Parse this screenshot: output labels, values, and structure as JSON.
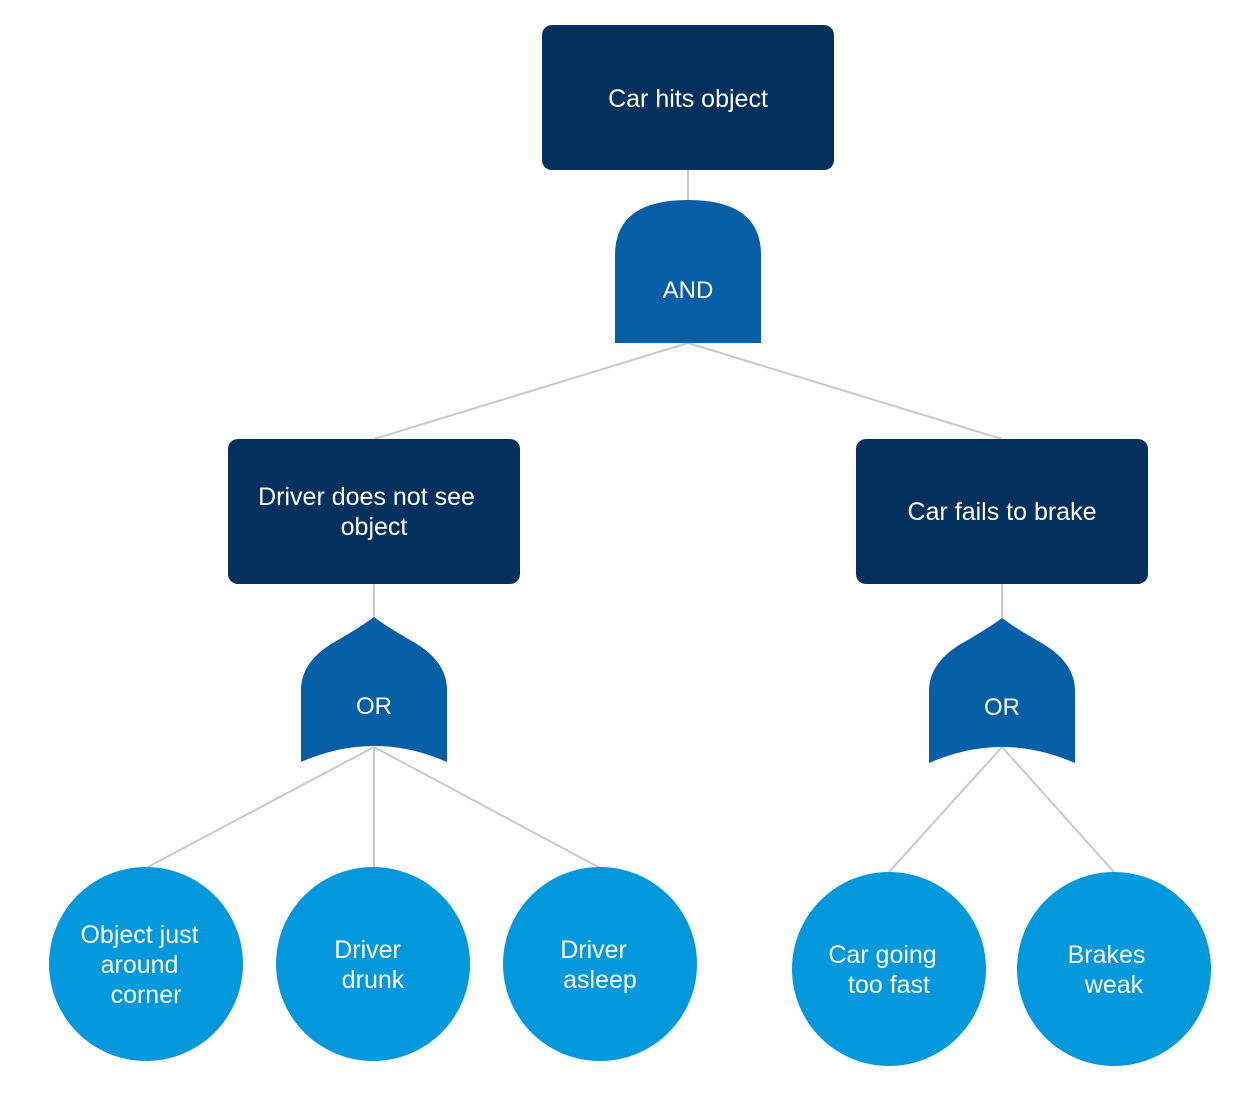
{
  "diagram": {
    "top_event": {
      "label": "Car hits object"
    },
    "gates": {
      "top_and": {
        "label": "AND"
      },
      "left_or": {
        "label": "OR"
      },
      "right_or": {
        "label": "OR"
      }
    },
    "intermediate_events": {
      "left": {
        "line1": "Driver does not see",
        "line2": "object"
      },
      "right": {
        "label": "Car fails to brake"
      }
    },
    "basic_events": {
      "object_around_corner": {
        "line1": "Object just",
        "line2": "around",
        "line3": "corner"
      },
      "driver_drunk": {
        "line1": "Driver",
        "line2": "drunk"
      },
      "driver_asleep": {
        "line1": "Driver",
        "line2": "asleep"
      },
      "car_going_fast": {
        "line1": "Car going",
        "line2": "too fast"
      },
      "brakes_weak": {
        "line1": "Brakes",
        "line2": "weak"
      }
    },
    "colors": {
      "event_box": "#03305c",
      "gate": "#065ea7",
      "basic_event": "#0397db",
      "connector": "#c8c8c8",
      "text": "#ffffff"
    }
  }
}
